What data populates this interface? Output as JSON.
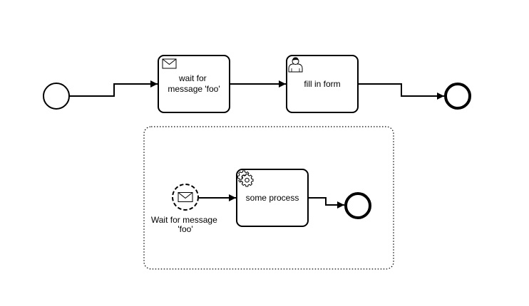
{
  "diagram": {
    "main_flow": {
      "start_event": {
        "type": "start-event"
      },
      "receive_task": {
        "type": "receive-task",
        "icon": "envelope-icon",
        "label_lines": [
          "wait for",
          "message 'foo'"
        ]
      },
      "user_task": {
        "type": "user-task",
        "icon": "user-icon",
        "label_lines": [
          "fill in form"
        ]
      },
      "end_event": {
        "type": "end-event"
      }
    },
    "event_subprocess": {
      "type": "event-subprocess",
      "start_event": {
        "type": "message-start-event-non-interrupting",
        "icon": "envelope-icon",
        "label_lines": [
          "Wait for message",
          "'foo'"
        ]
      },
      "service_task": {
        "type": "service-task",
        "icon": "gear-icon",
        "label_lines": [
          "some process"
        ]
      },
      "end_event": {
        "type": "end-event"
      }
    },
    "colors": {
      "stroke": "#000000",
      "fill": "#ffffff"
    }
  }
}
